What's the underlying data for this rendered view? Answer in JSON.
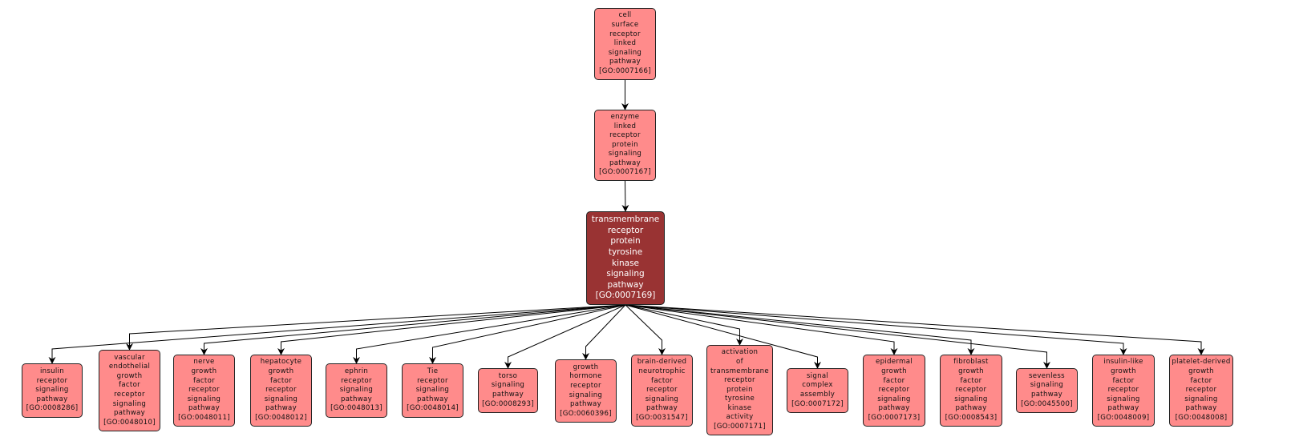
{
  "colors": {
    "node_fill": "#ff8b8b",
    "focus_fill": "#993333",
    "edge": "#000000"
  },
  "nodes": [
    {
      "id": "GO:0007166",
      "label": [
        "cell",
        "surface",
        "receptor",
        "linked",
        "signaling",
        "pathway",
        "[GO:0007166]"
      ]
    },
    {
      "id": "GO:0007167",
      "label": [
        "enzyme",
        "linked",
        "receptor",
        "protein",
        "signaling",
        "pathway",
        "[GO:0007167]"
      ]
    },
    {
      "id": "GO:0007169",
      "label": [
        "transmembrane",
        "receptor",
        "protein",
        "tyrosine",
        "kinase",
        "signaling",
        "pathway",
        "[GO:0007169]"
      ],
      "focus": true
    },
    {
      "id": "GO:0008286",
      "label": [
        "insulin",
        "receptor",
        "signaling",
        "pathway",
        "[GO:0008286]"
      ]
    },
    {
      "id": "GO:0048010",
      "label": [
        "vascular",
        "endothelial",
        "growth",
        "factor",
        "receptor",
        "signaling",
        "pathway",
        "[GO:0048010]"
      ]
    },
    {
      "id": "GO:0048011",
      "label": [
        "nerve",
        "growth",
        "factor",
        "receptor",
        "signaling",
        "pathway",
        "[GO:0048011]"
      ]
    },
    {
      "id": "GO:0048012",
      "label": [
        "hepatocyte",
        "growth",
        "factor",
        "receptor",
        "signaling",
        "pathway",
        "[GO:0048012]"
      ]
    },
    {
      "id": "GO:0048013",
      "label": [
        "ephrin",
        "receptor",
        "signaling",
        "pathway",
        "[GO:0048013]"
      ]
    },
    {
      "id": "GO:0048014",
      "label": [
        "Tie",
        "receptor",
        "signaling",
        "pathway",
        "[GO:0048014]"
      ]
    },
    {
      "id": "GO:0008293",
      "label": [
        "torso",
        "signaling",
        "pathway",
        "[GO:0008293]"
      ]
    },
    {
      "id": "GO:0060396",
      "label": [
        "growth",
        "hormone",
        "receptor",
        "signaling",
        "pathway",
        "[GO:0060396]"
      ]
    },
    {
      "id": "GO:0031547",
      "label": [
        "brain-derived",
        "neurotrophic",
        "factor",
        "receptor",
        "signaling",
        "pathway",
        "[GO:0031547]"
      ]
    },
    {
      "id": "GO:0007171",
      "label": [
        "activation",
        "of",
        "transmembrane",
        "receptor",
        "protein",
        "tyrosine",
        "kinase",
        "activity",
        "[GO:0007171]"
      ]
    },
    {
      "id": "GO:0007172",
      "label": [
        "signal",
        "complex",
        "assembly",
        "[GO:0007172]"
      ]
    },
    {
      "id": "GO:0007173",
      "label": [
        "epidermal",
        "growth",
        "factor",
        "receptor",
        "signaling",
        "pathway",
        "[GO:0007173]"
      ]
    },
    {
      "id": "GO:0008543",
      "label": [
        "fibroblast",
        "growth",
        "factor",
        "receptor",
        "signaling",
        "pathway",
        "[GO:0008543]"
      ]
    },
    {
      "id": "GO:0045500",
      "label": [
        "sevenless",
        "signaling",
        "pathway",
        "[GO:0045500]"
      ]
    },
    {
      "id": "GO:0048009",
      "label": [
        "insulin-like",
        "growth",
        "factor",
        "receptor",
        "signaling",
        "pathway",
        "[GO:0048009]"
      ]
    },
    {
      "id": "GO:0048008",
      "label": [
        "platelet-derived",
        "growth",
        "factor",
        "receptor",
        "signaling",
        "pathway",
        "[GO:0048008]"
      ]
    }
  ],
  "edges": [
    [
      "GO:0007166",
      "GO:0007167"
    ],
    [
      "GO:0007167",
      "GO:0007169"
    ],
    [
      "GO:0007169",
      "GO:0008286"
    ],
    [
      "GO:0007169",
      "GO:0048010"
    ],
    [
      "GO:0007169",
      "GO:0048011"
    ],
    [
      "GO:0007169",
      "GO:0048012"
    ],
    [
      "GO:0007169",
      "GO:0048013"
    ],
    [
      "GO:0007169",
      "GO:0048014"
    ],
    [
      "GO:0007169",
      "GO:0008293"
    ],
    [
      "GO:0007169",
      "GO:0060396"
    ],
    [
      "GO:0007169",
      "GO:0031547"
    ],
    [
      "GO:0007169",
      "GO:0007171"
    ],
    [
      "GO:0007169",
      "GO:0007172"
    ],
    [
      "GO:0007169",
      "GO:0007173"
    ],
    [
      "GO:0007169",
      "GO:0008543"
    ],
    [
      "GO:0007169",
      "GO:0045500"
    ],
    [
      "GO:0007169",
      "GO:0048009"
    ],
    [
      "GO:0007169",
      "GO:0048008"
    ]
  ]
}
